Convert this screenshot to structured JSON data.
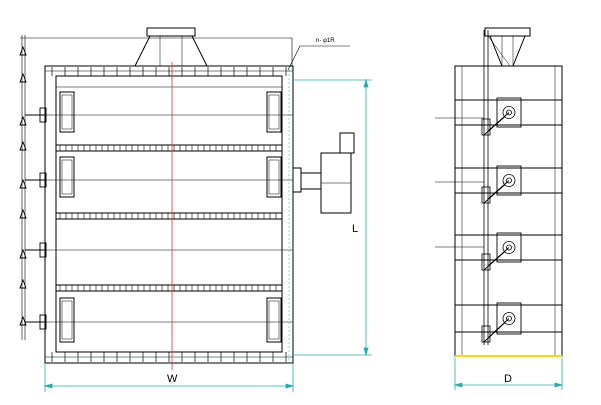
{
  "dimensions": {
    "width_label": "W",
    "length_label": "L",
    "depth_label": "D",
    "hole_callout": "n- φ1R"
  },
  "colors": {
    "outline": "#000000",
    "dimension": "#20b2aa",
    "centerline": "#e03030",
    "base": "#f0e000"
  },
  "views": [
    "front-view",
    "side-view"
  ],
  "louver_count": 4
}
